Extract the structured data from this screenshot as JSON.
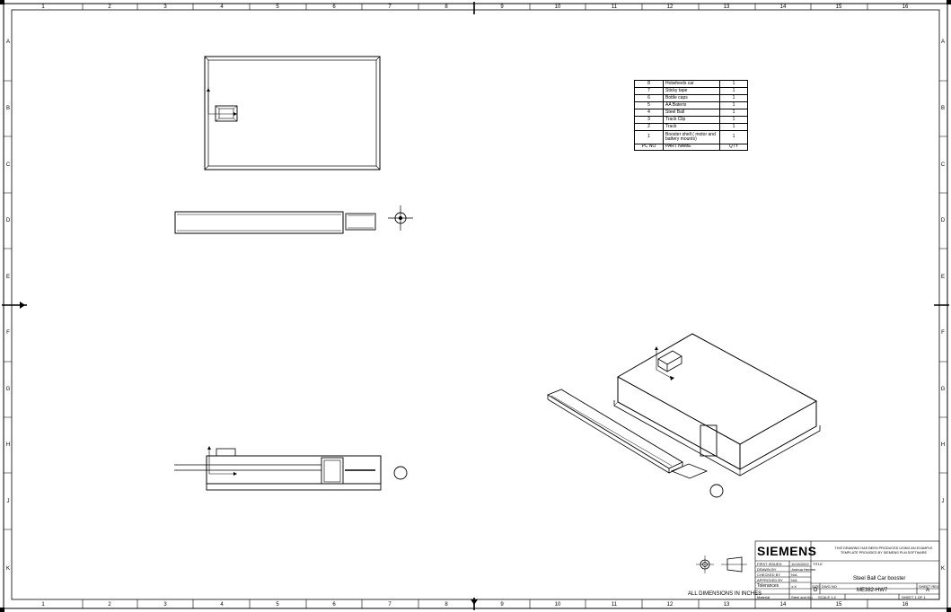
{
  "sheet": {
    "columns": [
      "1",
      "2",
      "3",
      "4",
      "5",
      "6",
      "7",
      "8",
      "9",
      "10",
      "11",
      "12",
      "13",
      "14",
      "15",
      "16"
    ],
    "rows": [
      "A",
      "B",
      "C",
      "D",
      "E",
      "F",
      "G",
      "H",
      "J",
      "K"
    ]
  },
  "bom": {
    "header": {
      "pc": "PC NO",
      "name": "PART NAME",
      "qty": "QTY"
    },
    "rows": [
      {
        "pc": "8",
        "name": "Hotwheels car",
        "qty": "1"
      },
      {
        "pc": "7",
        "name": "Sticky tape",
        "qty": "1"
      },
      {
        "pc": "6",
        "name": "Bottle caps",
        "qty": "1"
      },
      {
        "pc": "5",
        "name": "AA Bateris",
        "qty": "1"
      },
      {
        "pc": "4",
        "name": "Steel Ball",
        "qty": "1"
      },
      {
        "pc": "3",
        "name": "Track Clip",
        "qty": "1"
      },
      {
        "pc": "2",
        "name": "Track",
        "qty": "1"
      },
      {
        "pc": "1",
        "name": "Booster shell ( motor and battery mounts)",
        "qty": "1"
      }
    ]
  },
  "title_block": {
    "logo": "SIEMENS",
    "notice": "THIS DRAWING HAS BEEN PRODUCED USING AN EXAMPLE TEMPLATE PROVIDED BY SIEMENS PLM SOFTWARE",
    "first_issued_label": "FIRST ISSUED",
    "first_issued_value": "11/16/2022",
    "drawn_by_label": "DRAWN BY",
    "drawn_by_value": "Joshua Hernan",
    "checked_by_label": "CHECKED BY",
    "checked_by_value": "N/A",
    "approved_by_label": "APPROVED BY",
    "approved_by_value": "N/A",
    "tolerances_label": "Tolerances",
    "tolerances_value": "±.X",
    "material_label": "Material",
    "material_value": "Steel and Alu",
    "title_label": "TITLE",
    "title_value": "Steel Ball Car booster",
    "size_label": "SIZE",
    "size_value": "D",
    "dwg_label": "DWG NO",
    "dwg_value": "ME382-HW7",
    "sheet_rev_label": "SHEET REV",
    "sheet_rev_value": "A",
    "scale": "SCALE 1:2",
    "sheet": "SHEET 1 OF 1"
  },
  "notes": {
    "dimensions": "ALL DIMENSIONS IN INCHES"
  }
}
